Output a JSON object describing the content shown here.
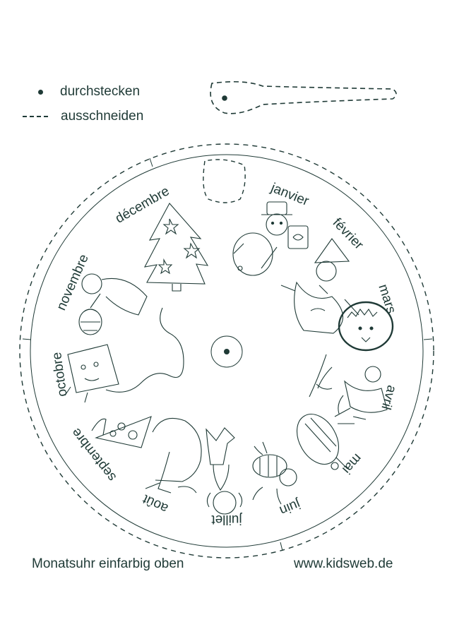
{
  "legend": {
    "punch_label": "durchstecken",
    "cut_label": "ausschneiden"
  },
  "months": [
    "janvier",
    "février",
    "mars",
    "avril",
    "mai",
    "juin",
    "juillet",
    "août",
    "septembre",
    "octobre",
    "novembre",
    "décembre"
  ],
  "footer": {
    "title": "Monatsuhr einfarbig oben",
    "website": "www.kidsweb.de"
  },
  "colors": {
    "ink": "#1f3a36",
    "paper": "#ffffff"
  }
}
